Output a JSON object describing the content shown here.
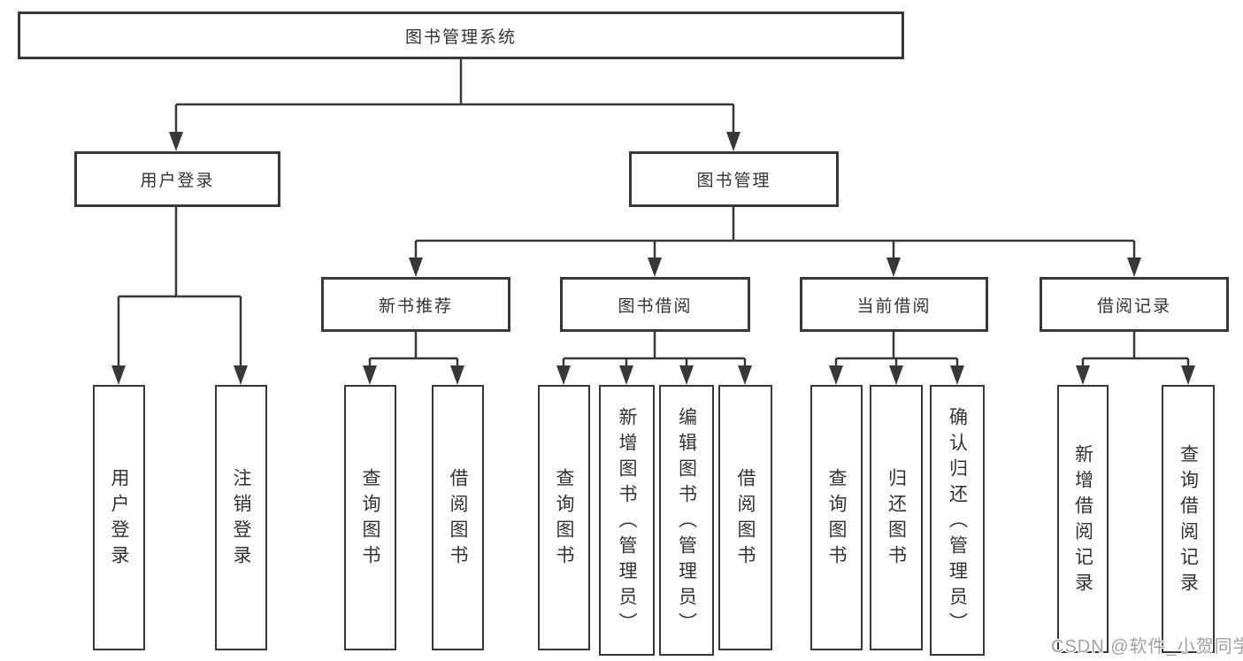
{
  "diagram": {
    "type": "hierarchy-tree",
    "colors": {
      "line": "#383838",
      "box_border": "#383838",
      "box_fill": "#ffffff",
      "text": "#333333",
      "watermark_text": "#a2a2a2"
    },
    "watermark": "CSDN @软件_小贺同学",
    "tree": {
      "label": "图书管理系统",
      "children": [
        {
          "label": "用户登录",
          "children": [
            {
              "label": "用户登录"
            },
            {
              "label": "注销登录"
            }
          ]
        },
        {
          "label": "图书管理",
          "children": [
            {
              "label": "新书推荐",
              "children": [
                {
                  "label": "查询图书"
                },
                {
                  "label": "借阅图书"
                }
              ]
            },
            {
              "label": "图书借阅",
              "children": [
                {
                  "label": "查询图书"
                },
                {
                  "label": "新增图书（管理员）"
                },
                {
                  "label": "编辑图书（管理员）"
                },
                {
                  "label": "借阅图书"
                }
              ]
            },
            {
              "label": "当前借阅",
              "children": [
                {
                  "label": "查询图书"
                },
                {
                  "label": "归还图书"
                },
                {
                  "label": "确认归还（管理员）"
                }
              ]
            },
            {
              "label": "借阅记录",
              "children": [
                {
                  "label": "新增借阅记录"
                },
                {
                  "label": "查询借阅记录"
                }
              ]
            }
          ]
        }
      ]
    }
  }
}
